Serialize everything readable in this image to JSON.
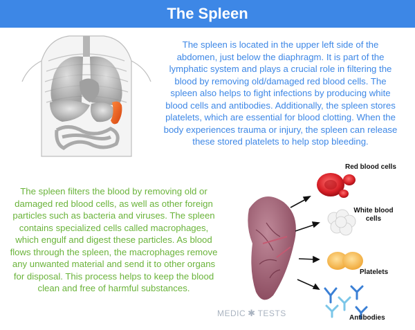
{
  "header": {
    "title": "The Spleen"
  },
  "intro_text": "The spleen is located in the upper left side of the abdomen, just below the diaphragm. It is part of the lymphatic system and plays a crucial role in filtering the blood by removing old/damaged red blood cells. The spleen also helps to fight infections by producing white blood cells and antibodies. Additionally, the spleen stores platelets, which are essential for blood clotting. When the body experiences trauma or injury, the spleen can release these stored platelets to help stop bleeding.",
  "filter_text": "The spleen filters the blood by removing old or damaged red blood cells, as well as other foreign particles such as bacteria and viruses. The spleen contains specialized cells called macrophages, which engulf and digest these particles. As blood flows through the spleen, the macrophages remove any unwanted material and send it to other organs for disposal. This process helps to keep the blood clean and free of harmful substances.",
  "diagram": {
    "red_blood_cells": "Red blood cells",
    "white_blood_cells": "White blood cells",
    "platelets": "Platelets",
    "antibodies": "Antibodies"
  },
  "brand": {
    "left": "MEDIC",
    "right": "TESTS",
    "icon": "caduceus-star-icon"
  },
  "colors": {
    "header": "#3d87e6",
    "intro_text": "#3d87e6",
    "filter_text": "#6ab33a",
    "spleen": "#e8551c",
    "rbc": "#d61f26"
  }
}
